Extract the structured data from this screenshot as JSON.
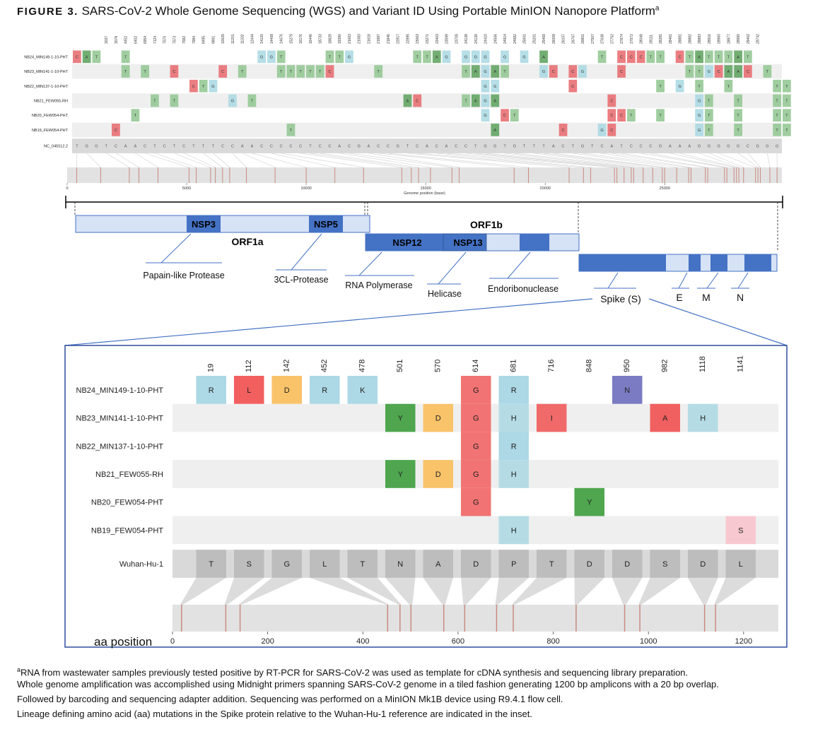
{
  "figure": {
    "label": "FIGURE 3.",
    "title": "SARS-CoV-2 Whole Genome Sequencing (WGS) and Variant ID Using Portable MinION Nanopore Platform",
    "title_sup": "a"
  },
  "footnote": {
    "marker": "a",
    "line1": "RNA from wastewater samples previously tested positive by RT-PCR for SARS-CoV-2 was used as template for cDNA synthesis and sequencing library preparation.",
    "line2": "Whole genome amplification was accomplished using Midnight primers spanning SARS-CoV-2 genome in a tiled fashion generating 1200 bp amplicons with a 20 bp overlap.",
    "line3": "Followed by barcoding and sequencing adapter addition. Sequencing was performed on a MinION Mk1B device using R9.4.1 flow cell.",
    "line4": "Lineage defining amino acid (aa) mutations in the Spike protein relative to the Wuhan-Hu-1 reference are indicated in the inset."
  },
  "colors": {
    "A": "#5aa05a",
    "C": "#e8676b",
    "G": "#a8d8e3",
    "T": "#8fc58f",
    "aaR": "#add8e6",
    "aaL": "#f25f5f",
    "aaD": "#f9c36a",
    "aaK": "#add8e6",
    "aaY": "#4fa64f",
    "aaG": "#f27373",
    "aaH": "#b5dce5",
    "aaI": "#f06a6a",
    "aaN": "#7b7bc4",
    "aaA": "#f06060",
    "aaS": "#f8c8d0"
  },
  "genome_plot": {
    "positions": [
      "3037",
      "3078",
      "4452",
      "6402",
      "6954",
      "7124",
      "7570",
      "7573",
      "7582",
      "7984",
      "8495",
      "9891",
      "10029",
      "11201",
      "11332",
      "12444",
      "14120",
      "14408",
      "14676",
      "15279",
      "16176",
      "16446",
      "18733",
      "18829",
      "19390",
      "21063",
      "21083",
      "21618",
      "21987",
      "21846",
      "22917",
      "22995",
      "23063",
      "23271",
      "23403",
      "23599",
      "23709",
      "24138",
      "24130",
      "24410",
      "24506",
      "24914",
      "24982",
      "25001",
      "25201",
      "25469",
      "26009",
      "26107",
      "26767",
      "26801",
      "27507",
      "27638",
      "27752",
      "27874",
      "27972",
      "28048",
      "28111",
      "28281",
      "28461",
      "28881",
      "28882",
      "28883",
      "28916",
      "28960",
      "28977",
      "28980",
      "29402",
      "29742"
    ],
    "xlabel": "Genome position (base)",
    "ticks": [
      "0",
      "5000",
      "10000",
      "15000",
      "20000",
      "25000"
    ],
    "reference_label": "NC_045512.2",
    "reference_seq": "TGGTCAACTCTCTTTCCAACCCCCTCCACGACCGTCACACCTGGTGTTTACTGTCATCCCGAAAGGGGGCGGG",
    "samples": [
      {
        "name": "NB24_MIN149-1-10-PHT",
        "mut": [
          [
            0,
            "C"
          ],
          [
            1,
            "A"
          ],
          [
            2,
            "T"
          ],
          [
            5,
            "T"
          ],
          [
            19,
            "G"
          ],
          [
            20,
            "G"
          ],
          [
            21,
            "T"
          ],
          [
            26,
            "T"
          ],
          [
            27,
            "T"
          ],
          [
            28,
            "G"
          ],
          [
            35,
            "T"
          ],
          [
            36,
            "T"
          ],
          [
            37,
            "A"
          ],
          [
            38,
            "G"
          ],
          [
            40,
            "G"
          ],
          [
            41,
            "G"
          ],
          [
            42,
            "G"
          ],
          [
            44,
            "G"
          ],
          [
            46,
            "G"
          ],
          [
            48,
            "A"
          ],
          [
            54,
            "T"
          ],
          [
            56,
            "C"
          ],
          [
            57,
            "C"
          ],
          [
            58,
            "C"
          ],
          [
            59,
            "T"
          ],
          [
            60,
            "T"
          ],
          [
            62,
            "C"
          ],
          [
            63,
            "T"
          ],
          [
            64,
            "A"
          ],
          [
            65,
            "T"
          ],
          [
            66,
            "T"
          ],
          [
            67,
            "T"
          ],
          [
            68,
            "A"
          ],
          [
            69,
            "T"
          ]
        ]
      },
      {
        "name": "NB23_MIN141-1-10-PHT",
        "mut": [
          [
            5,
            "T"
          ],
          [
            7,
            "T"
          ],
          [
            10,
            "C"
          ],
          [
            15,
            "C"
          ],
          [
            17,
            "T"
          ],
          [
            21,
            "T"
          ],
          [
            22,
            "T"
          ],
          [
            23,
            "T"
          ],
          [
            24,
            "T"
          ],
          [
            25,
            "T"
          ],
          [
            26,
            "C"
          ],
          [
            31,
            "T"
          ],
          [
            40,
            "T"
          ],
          [
            41,
            "A"
          ],
          [
            42,
            "G"
          ],
          [
            43,
            "A"
          ],
          [
            44,
            "T"
          ],
          [
            48,
            "G"
          ],
          [
            49,
            "C"
          ],
          [
            51,
            "C"
          ],
          [
            52,
            "G"
          ],
          [
            56,
            "C"
          ],
          [
            63,
            "T"
          ],
          [
            64,
            "T"
          ],
          [
            65,
            "G"
          ],
          [
            66,
            "C"
          ],
          [
            67,
            "A"
          ],
          [
            68,
            "A"
          ],
          [
            69,
            "C"
          ],
          [
            71,
            "T"
          ]
        ]
      },
      {
        "name": "NB22_MIN137-1-10-PHT",
        "mut": [
          [
            12,
            "C"
          ],
          [
            13,
            "T"
          ],
          [
            14,
            "G"
          ],
          [
            42,
            "G"
          ],
          [
            43,
            "G"
          ],
          [
            51,
            "C"
          ],
          [
            60,
            "T"
          ],
          [
            62,
            "G"
          ],
          [
            64,
            "T"
          ],
          [
            67,
            "T"
          ],
          [
            72,
            "T"
          ],
          [
            73,
            "T"
          ]
        ]
      },
      {
        "name": "NB21_FEW055-RH",
        "mut": [
          [
            8,
            "T"
          ],
          [
            10,
            "T"
          ],
          [
            16,
            "G"
          ],
          [
            18,
            "T"
          ],
          [
            34,
            "A"
          ],
          [
            35,
            "C"
          ],
          [
            40,
            "T"
          ],
          [
            41,
            "A"
          ],
          [
            42,
            "G"
          ],
          [
            43,
            "A"
          ],
          [
            55,
            "C"
          ],
          [
            64,
            "G"
          ],
          [
            65,
            "T"
          ],
          [
            68,
            "T"
          ],
          [
            72,
            "T"
          ],
          [
            73,
            "T"
          ]
        ]
      },
      {
        "name": "NB20_FEW054-PHT",
        "mut": [
          [
            6,
            "T"
          ],
          [
            42,
            "G"
          ],
          [
            44,
            "C"
          ],
          [
            45,
            "T"
          ],
          [
            55,
            "C"
          ],
          [
            56,
            "C"
          ],
          [
            57,
            "T"
          ],
          [
            60,
            "T"
          ],
          [
            64,
            "G"
          ],
          [
            65,
            "T"
          ],
          [
            68,
            "T"
          ],
          [
            72,
            "T"
          ],
          [
            73,
            "T"
          ]
        ]
      },
      {
        "name": "NB19_FEW054-PHT",
        "mut": [
          [
            4,
            "C"
          ],
          [
            22,
            "T"
          ],
          [
            43,
            "A"
          ],
          [
            50,
            "C"
          ],
          [
            54,
            "G"
          ],
          [
            55,
            "C"
          ],
          [
            64,
            "G"
          ],
          [
            65,
            "T"
          ],
          [
            68,
            "T"
          ],
          [
            72,
            "T"
          ],
          [
            73,
            "T"
          ]
        ]
      }
    ],
    "bar_marks": [
      400,
      1400,
      2600,
      3000,
      3800,
      5100,
      5400,
      6000,
      6200,
      6500,
      6800,
      7500,
      8700,
      10000,
      11200,
      12400,
      14000,
      14400,
      14700,
      15200,
      16100,
      16400,
      18700,
      19300,
      21000,
      21600,
      21900,
      22900,
      23000,
      23300,
      23600,
      23700,
      24100,
      24500,
      24900,
      25000,
      25500,
      26000,
      26100,
      26700,
      26800,
      27500,
      27600,
      27900,
      28000,
      28100,
      28300,
      28800,
      28900,
      29000,
      29400,
      29700
    ]
  },
  "genes": {
    "orf1a": "ORF1a",
    "orf1b": "ORF1b",
    "nsp3": "NSP3",
    "nsp5": "NSP5",
    "nsp12": "NSP12",
    "nsp13": "NSP13",
    "labels": {
      "papain": "Papain-like Protease",
      "cl3": "3CL-Protease",
      "rnapol": "RNA Polymerase",
      "helicase": "Helicase",
      "endo": "Endoribonuclease",
      "spike": "Spike (S)",
      "e": "E",
      "m": "M",
      "n": "N"
    }
  },
  "spike_inset": {
    "positions": [
      "19",
      "112",
      "142",
      "452",
      "478",
      "501",
      "570",
      "614",
      "681",
      "716",
      "848",
      "950",
      "982",
      "1118",
      "1141"
    ],
    "samples": [
      {
        "name": "NB24_MIN149-1-10-PHT",
        "mut": [
          [
            0,
            "R"
          ],
          [
            1,
            "L"
          ],
          [
            2,
            "D"
          ],
          [
            3,
            "R"
          ],
          [
            4,
            "K"
          ],
          [
            7,
            "G"
          ],
          [
            8,
            "R"
          ],
          [
            11,
            "N"
          ]
        ]
      },
      {
        "name": "NB23_MIN141-1-10-PHT",
        "mut": [
          [
            5,
            "Y"
          ],
          [
            6,
            "D"
          ],
          [
            7,
            "G"
          ],
          [
            8,
            "H"
          ],
          [
            9,
            "I"
          ],
          [
            12,
            "A"
          ],
          [
            13,
            "H"
          ]
        ]
      },
      {
        "name": "NB22_MIN137-1-10-PHT",
        "mut": [
          [
            7,
            "G"
          ],
          [
            8,
            "R"
          ]
        ]
      },
      {
        "name": "NB21_FEW055-RH",
        "mut": [
          [
            5,
            "Y"
          ],
          [
            6,
            "D"
          ],
          [
            7,
            "G"
          ],
          [
            8,
            "H"
          ]
        ]
      },
      {
        "name": "NB20_FEW054-PHT",
        "mut": [
          [
            7,
            "G"
          ],
          [
            10,
            "Y"
          ]
        ]
      },
      {
        "name": "NB19_FEW054-PHT",
        "mut": [
          [
            8,
            "H"
          ],
          [
            14,
            "S"
          ]
        ]
      }
    ],
    "reference_label": "Wuhan-Hu-1",
    "reference": [
      "T",
      "S",
      "G",
      "L",
      "T",
      "N",
      "A",
      "D",
      "P",
      "T",
      "D",
      "D",
      "S",
      "D",
      "L"
    ],
    "axis_label": "aa position",
    "ticks": [
      "0",
      "200",
      "400",
      "600",
      "800",
      "1000",
      "1200"
    ],
    "bar_marks": [
      19,
      112,
      142,
      452,
      478,
      501,
      570,
      614,
      681,
      716,
      848,
      950,
      982,
      1118,
      1141
    ]
  }
}
